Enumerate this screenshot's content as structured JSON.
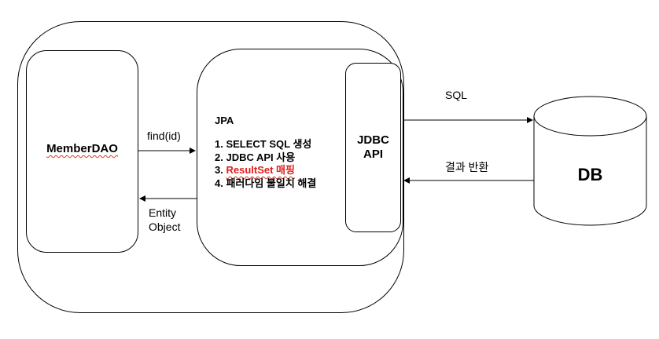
{
  "member_dao": {
    "label": "MemberDAO"
  },
  "jpa": {
    "title": "JPA",
    "steps": [
      {
        "num": "1.",
        "text": "SELECT SQL 생성"
      },
      {
        "num": "2.",
        "text": "JDBC API 사용"
      },
      {
        "num": "3.",
        "text": "ResultSet 매핑"
      },
      {
        "num": "4.",
        "text": "패러다임 불일치 해결"
      }
    ]
  },
  "jdbc": {
    "line1": "JDBC",
    "line2": "API"
  },
  "arrows": {
    "find": "find(id)",
    "entity_line1": "Entity",
    "entity_line2": "Object",
    "sql": "SQL",
    "result": "결과 반환"
  },
  "db": {
    "label": "DB"
  },
  "colors": {
    "line": "#000000",
    "highlight": "#e11b1b"
  }
}
